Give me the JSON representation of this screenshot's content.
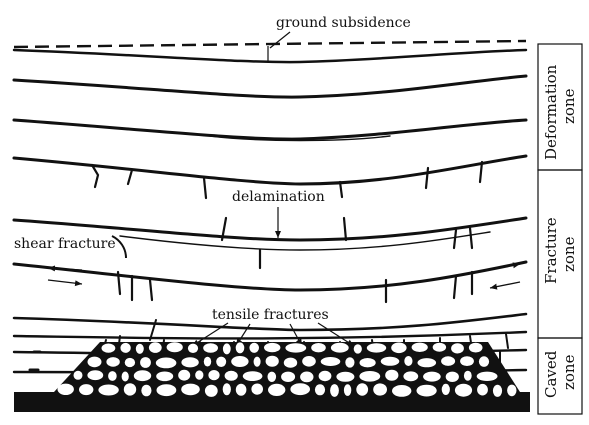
{
  "labels": {
    "ground_subsidence": "ground subsidence",
    "delamination": "delamination",
    "shear_fracture": "shear fracture",
    "tensile_fractures": "tensile fractures"
  },
  "zones": [
    {
      "line1": "Deformation",
      "line2": "zone"
    },
    {
      "line1": "Fracture",
      "line2": "zone"
    },
    {
      "line1": "Caved",
      "line2": "zone"
    }
  ],
  "colors": {
    "ink": "#111111",
    "background": "#ffffff"
  }
}
